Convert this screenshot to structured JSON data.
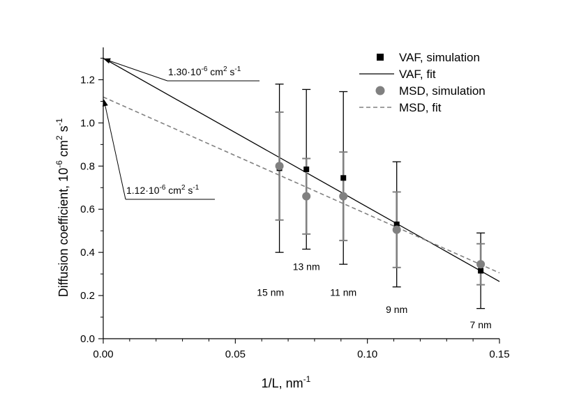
{
  "chart_data": {
    "type": "scatter",
    "xlabel": "1/L, nm",
    "xlabel_sup": "-1",
    "ylabel": "Diffusion coefficient, 10",
    "ylabel_sup1": "-6",
    "ylabel_mid": " cm",
    "ylabel_sup2": "2",
    "ylabel_tail": " s",
    "ylabel_sup3": "-1",
    "xlim": [
      0,
      0.15
    ],
    "ylim": [
      0,
      1.35
    ],
    "x_ticks": [
      0,
      0.05,
      0.1,
      0.15
    ],
    "x_tick_labels": [
      "0.00",
      "0.05",
      "0.10",
      "0.15"
    ],
    "y_ticks": [
      0,
      0.2,
      0.4,
      0.6,
      0.8,
      1.0,
      1.2
    ],
    "y_tick_labels": [
      "0.0",
      "0.2",
      "0.4",
      "0.6",
      "0.8",
      "1.0",
      "1.2"
    ],
    "grid": false,
    "legend_position": "top-right",
    "legend": [
      {
        "label": "VAF, simulation",
        "style": "square",
        "color": "#000000"
      },
      {
        "label": "VAF, fit",
        "style": "solid-line",
        "color": "#000000"
      },
      {
        "label": "MSD, simulation",
        "style": "circle",
        "color": "#808080"
      },
      {
        "label": "MSD, fit",
        "style": "dashed-line",
        "color": "#808080"
      }
    ],
    "series": [
      {
        "name": "VAF, simulation",
        "marker": "square",
        "color": "#000000",
        "points": [
          {
            "x": 0.0667,
            "y": 0.79,
            "err": 0.39
          },
          {
            "x": 0.0769,
            "y": 0.785,
            "err": 0.37
          },
          {
            "x": 0.0909,
            "y": 0.745,
            "err": 0.4
          },
          {
            "x": 0.1111,
            "y": 0.53,
            "err": 0.29
          },
          {
            "x": 0.1429,
            "y": 0.315,
            "err": 0.175
          }
        ]
      },
      {
        "name": "MSD, simulation",
        "marker": "circle",
        "color": "#808080",
        "points": [
          {
            "x": 0.0667,
            "y": 0.8,
            "err": 0.25
          },
          {
            "x": 0.0769,
            "y": 0.66,
            "err": 0.175
          },
          {
            "x": 0.0909,
            "y": 0.66,
            "err": 0.205
          },
          {
            "x": 0.1111,
            "y": 0.505,
            "err": 0.175
          },
          {
            "x": 0.1429,
            "y": 0.345,
            "err": 0.095
          }
        ]
      }
    ],
    "fits": [
      {
        "name": "VAF, fit",
        "style": "solid",
        "color": "#000000",
        "x": [
          0,
          0.15
        ],
        "y": [
          1.3,
          0.265
        ]
      },
      {
        "name": "MSD, fit",
        "style": "dashed",
        "color": "#808080",
        "x": [
          0,
          0.15
        ],
        "y": [
          1.12,
          0.305
        ]
      }
    ],
    "annotations": [
      {
        "text_prefix": "1.30·10",
        "sup1": "-6",
        "text_mid": " cm",
        "sup2": "2",
        "text_tail": " s",
        "sup3": "-1",
        "point": [
          0,
          1.3
        ]
      },
      {
        "text_prefix": "1.12·10",
        "sup1": "-6",
        "text_mid": " cm",
        "sup2": "2",
        "text_tail": " s",
        "sup3": "-1",
        "point": [
          0,
          1.11
        ]
      }
    ],
    "size_labels": [
      {
        "text": "15 nm",
        "x": 0.0633,
        "y": 0.215
      },
      {
        "text": "13 nm",
        "x": 0.0769,
        "y": 0.335
      },
      {
        "text": "11 nm",
        "x": 0.0909,
        "y": 0.215
      },
      {
        "text": "9 nm",
        "x": 0.1111,
        "y": 0.135
      },
      {
        "text": "7 nm",
        "x": 0.1429,
        "y": 0.065
      }
    ]
  }
}
